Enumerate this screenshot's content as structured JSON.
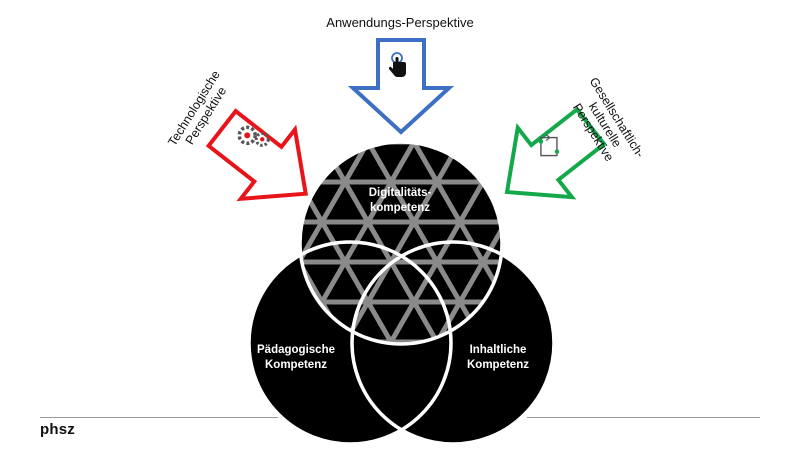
{
  "labels": {
    "top": "Anwendungs-Perspektive",
    "left_line1": "Technologische",
    "left_line2": "Perspektive",
    "right_line1": "Gesellschaftlich-",
    "right_line2": "kulturelle",
    "right_line3": "Perspektive"
  },
  "circles": {
    "top_line1": "Digitalitäts-",
    "top_line2": "kompetenz",
    "left_line1": "Pädagogische",
    "left_line2": "Kompetenz",
    "right_line1": "Inhaltliche",
    "right_line2": "Kompetenz"
  },
  "colors": {
    "arrow_top": "#3d6fc4",
    "arrow_left": "#e8141a",
    "arrow_right": "#13a84a",
    "circle_fill": "#000000",
    "circle_outline": "#ffffff",
    "pattern": "#8a8a8a"
  },
  "icons": {
    "top": "hand-pointer-icon",
    "left": "gears-icon",
    "right": "transform-cycle-icon"
  },
  "footer": {
    "logo": "phsz"
  }
}
